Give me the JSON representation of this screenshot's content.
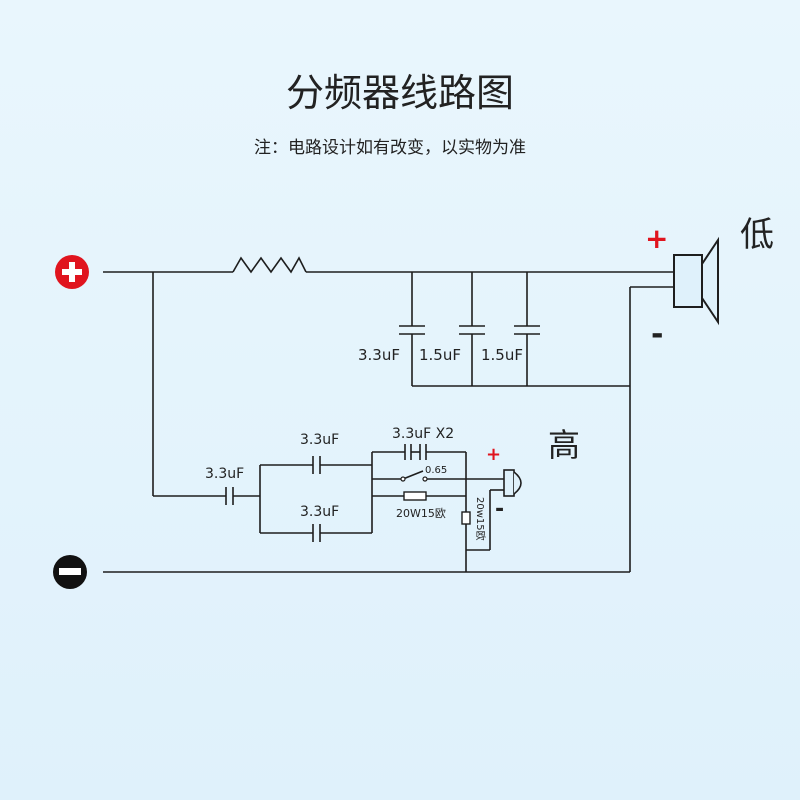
{
  "title": "分频器线路图",
  "note": "注：电路设计如有改变，以实物为准",
  "speakers": {
    "low": "低",
    "high": "高"
  },
  "labels": {
    "plus_small": "+",
    "minus_small": "-",
    "low_cap_1": "3.3uF",
    "low_cap_2": "1.5uF",
    "low_cap_3": "1.5uF",
    "high_cap_series": "3.3uF",
    "high_cap_top": "3.3uF",
    "high_cap_bottom": "3.3uF",
    "high_cap_pair": "3.3uF X2",
    "inductor_value": "0.65",
    "resistor_series": "20W15欧",
    "resistor_shunt": "20w15欧"
  },
  "colors": {
    "positive": "#e0141e",
    "negative": "#111111",
    "wire": "#1e1e1e"
  },
  "icons": {
    "positive_terminal": "plus-circle-icon",
    "negative_terminal": "minus-circle-icon",
    "woofer": "speaker-icon",
    "tweeter": "tweeter-icon"
  }
}
